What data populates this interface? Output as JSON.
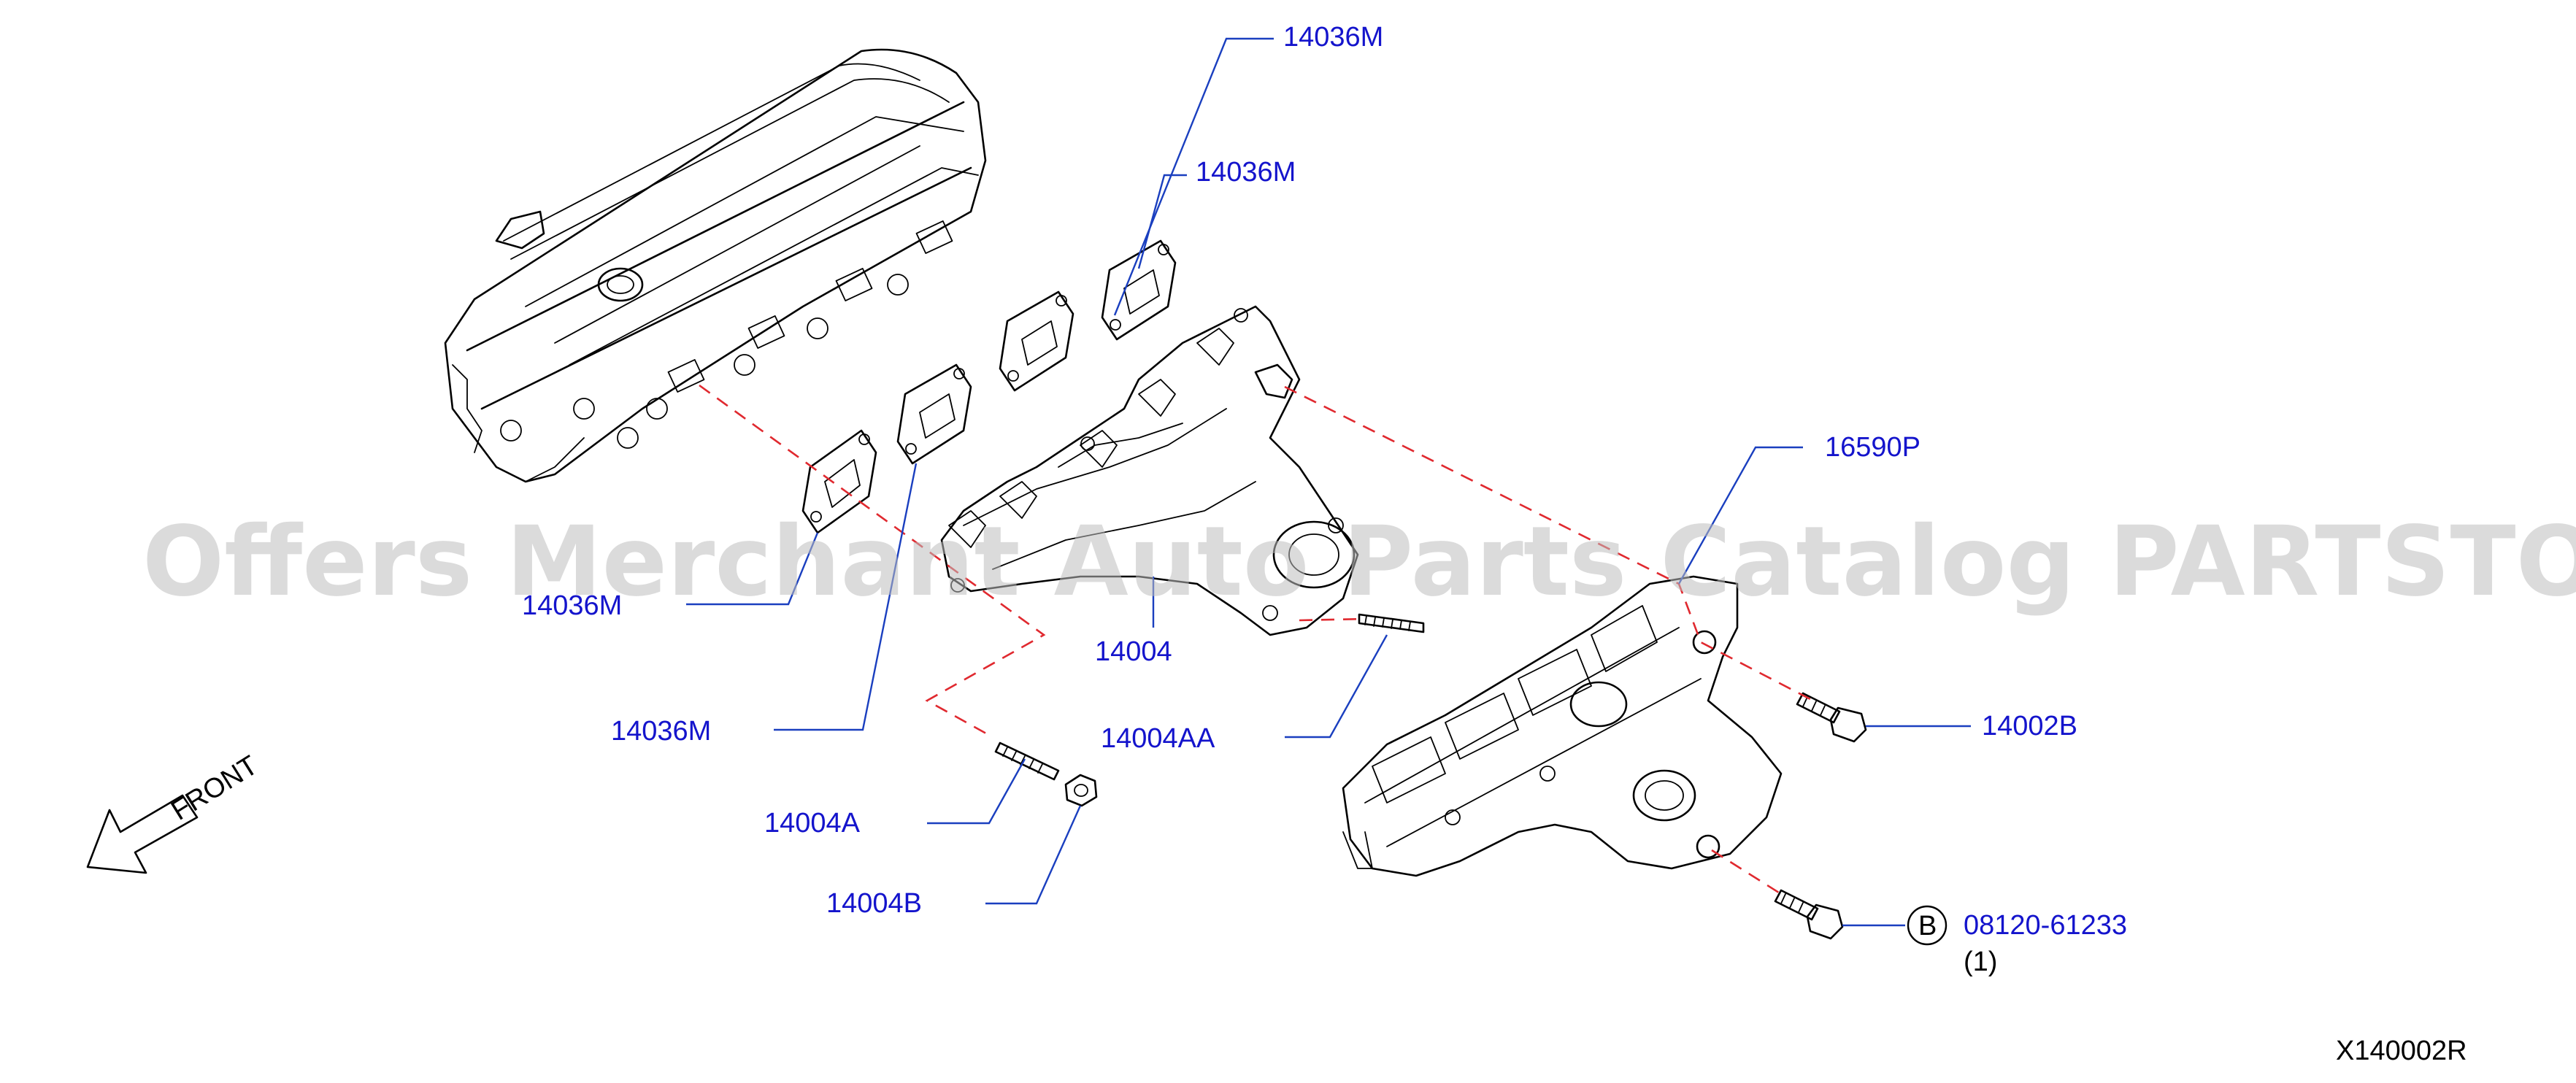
{
  "watermark": "Offers Merchant Auto Parts Catalog PARTSTORE.SA",
  "diagram_code": "X140002R",
  "front_label": "FRONT",
  "callouts": {
    "gasket_top1": "14036M",
    "gasket_top2": "14036M",
    "gasket_left1": "14036M",
    "gasket_left2": "14036M",
    "heat_insulator": "16590P",
    "manifold": "14004",
    "stud_upper": "14004AA",
    "bolt_upper": "14002B",
    "stud_lower": "14004A",
    "nut": "14004B",
    "bolt_lower": "08120-61233",
    "bolt_lower_qty": "(1)",
    "bolt_lower_badge": "B"
  }
}
